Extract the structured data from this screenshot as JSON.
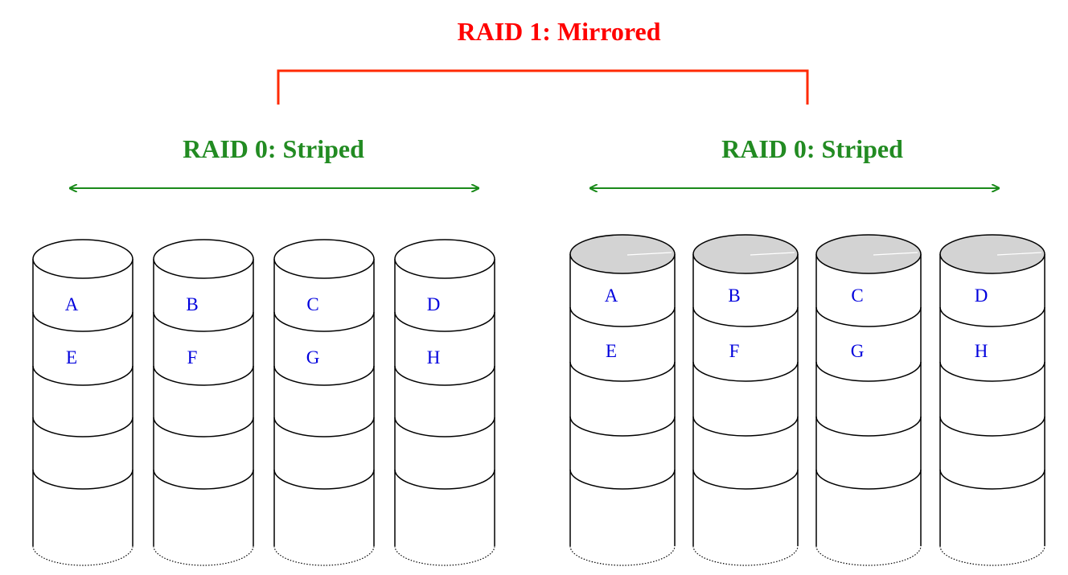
{
  "title": "RAID 1: Mirrored",
  "groups": [
    {
      "label": "RAID 0: Striped",
      "shaded": false,
      "disks": [
        [
          "A",
          "E"
        ],
        [
          "B",
          "F"
        ],
        [
          "C",
          "G"
        ],
        [
          "D",
          "H"
        ]
      ]
    },
    {
      "label": "RAID 0: Striped",
      "shaded": true,
      "disks": [
        [
          "A",
          "E"
        ],
        [
          "B",
          "F"
        ],
        [
          "C",
          "G"
        ],
        [
          "D",
          "H"
        ]
      ]
    }
  ],
  "colors": {
    "mirror": "#ff2a00",
    "mirror_text": "#ff0000",
    "stripe": "#1a8a1a",
    "stripe_text": "#228b22",
    "block_text": "#0000dd",
    "disk_stroke": "#000000",
    "disk_top_shaded": "#d3d3d3"
  }
}
